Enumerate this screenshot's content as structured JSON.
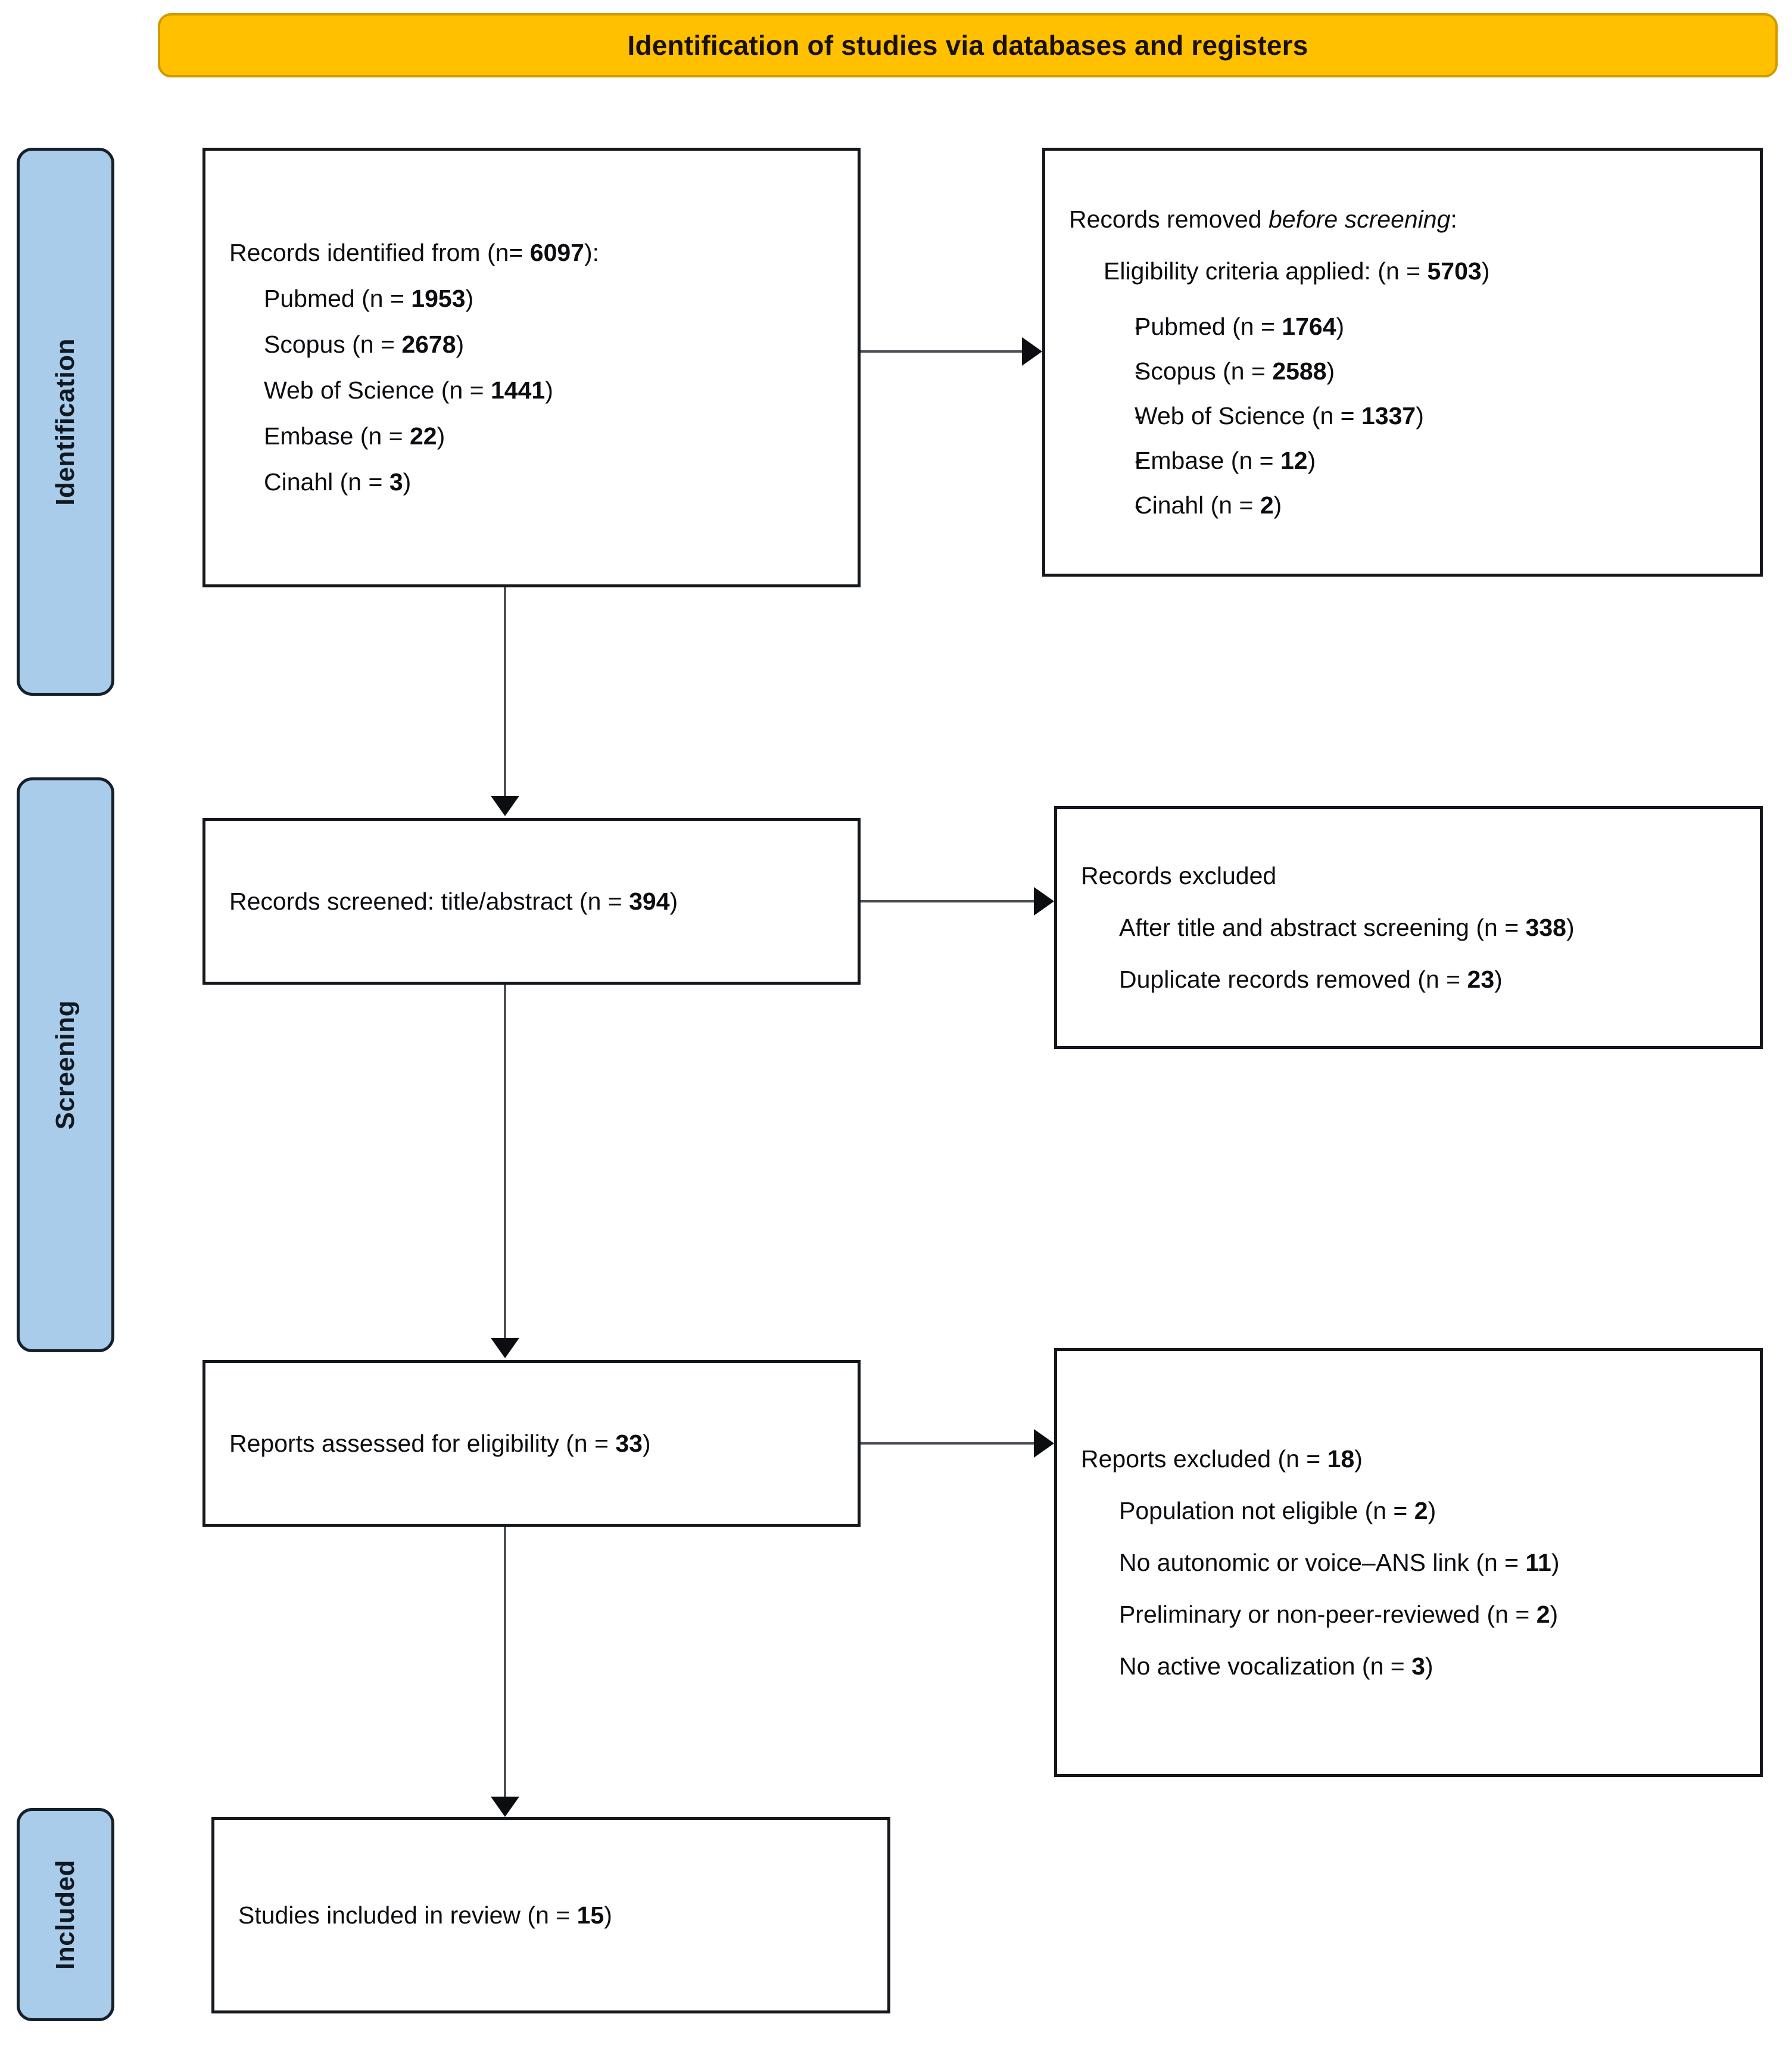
{
  "header": {
    "title": "Identification of studies via databases and registers",
    "bg_color": "#FFC000",
    "text_color": "#1a1008"
  },
  "stages": [
    {
      "id": "identification",
      "label": "Identification"
    },
    {
      "id": "screening",
      "label": "Screening"
    },
    {
      "id": "included",
      "label": "Included"
    }
  ],
  "theme": {
    "pill_fill": "#A8CCEA",
    "pill_border": "#15202B",
    "box_border": "#14181d",
    "connector": "#4a4f55",
    "page_bg": "#ffffff"
  },
  "boxes": {
    "identified": {
      "heading_prefix": "Records identified from (n= ",
      "heading_value": "6097",
      "heading_suffix": "):",
      "sources": [
        {
          "label": "Pubmed (n = ",
          "value": "1953",
          "suffix": ")"
        },
        {
          "label": "Scopus (n = ",
          "value": "2678",
          "suffix": ")"
        },
        {
          "label": "Web of Science (n = ",
          "value": "1441",
          "suffix": ")"
        },
        {
          "label": "Embase (n = ",
          "value": "22",
          "suffix": ")"
        },
        {
          "label": "Cinahl (n = ",
          "value": "3",
          "suffix": ")"
        }
      ]
    },
    "removed_before": {
      "heading_prefix": "Records removed ",
      "heading_italic": "before screening",
      "heading_suffix": ":",
      "criteria_label": "Eligibility criteria applied: (n = ",
      "criteria_value": "5703",
      "criteria_suffix": ")",
      "bullet_glyph": "-",
      "sources": [
        {
          "label": "Pubmed (n = ",
          "value": "1764",
          "suffix": ")"
        },
        {
          "label": "Scopus (n = ",
          "value": "2588",
          "suffix": ")"
        },
        {
          "label": "Web of Science (n = ",
          "value": "1337",
          "suffix": ")"
        },
        {
          "label": "Embase (n = ",
          "value": "12",
          "suffix": ")"
        },
        {
          "label": "Cinahl (n = ",
          "value": "2",
          "suffix": ")"
        }
      ]
    },
    "screened": {
      "label": "Records screened: title/abstract (n = ",
      "value": "394",
      "suffix": ")"
    },
    "records_excluded": {
      "heading": "Records excluded",
      "reasons": [
        {
          "label": "After title and abstract screening (n = ",
          "value": "338",
          "suffix": ")"
        },
        {
          "label": "Duplicate records removed (n = ",
          "value": "23",
          "suffix": ")"
        }
      ]
    },
    "eligibility": {
      "label": "Reports assessed for eligibility (n = ",
      "value": "33",
      "suffix": ")"
    },
    "reports_excluded": {
      "heading_prefix": "Reports excluded (n = ",
      "heading_value": "18",
      "heading_suffix": ")",
      "reasons": [
        {
          "label": "Population not eligible (n = ",
          "value": "2",
          "suffix": ")"
        },
        {
          "label": "No autonomic or voice–ANS link (n = ",
          "value": "11",
          "suffix": ")"
        },
        {
          "label": "Preliminary or non-peer-reviewed (n = ",
          "value": "2",
          "suffix": ")"
        },
        {
          "label": "No active vocalization (n = ",
          "value": "3",
          "suffix": ")"
        }
      ]
    },
    "included": {
      "label": "Studies included in review (n = ",
      "value": "15",
      "suffix": ")"
    }
  },
  "connectors": [
    {
      "id": "identified-to-removed",
      "direction": "right"
    },
    {
      "id": "identified-to-screened",
      "direction": "down"
    },
    {
      "id": "screened-to-excluded",
      "direction": "right"
    },
    {
      "id": "screened-to-eligibility",
      "direction": "down"
    },
    {
      "id": "eligibility-to-excluded",
      "direction": "right"
    },
    {
      "id": "eligibility-to-included",
      "direction": "down"
    }
  ]
}
